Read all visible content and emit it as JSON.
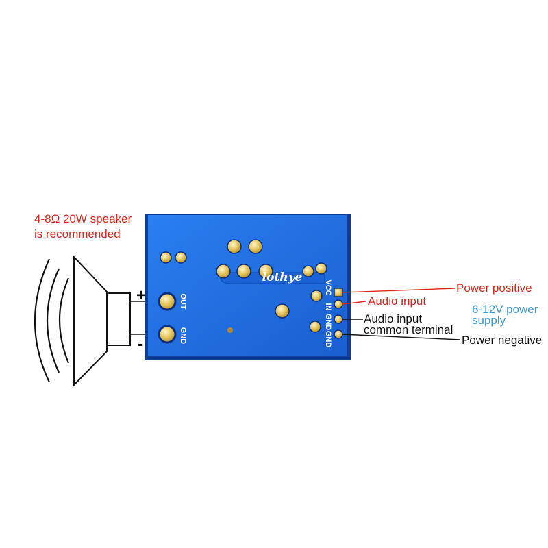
{
  "speaker_note": {
    "line1": "4-8Ω 20W speaker",
    "line2": "is recommended"
  },
  "speaker_terminals": {
    "plus": "+",
    "minus": "-"
  },
  "board": {
    "brand": "lothye",
    "left_pins": [
      "OUT",
      "GND"
    ],
    "right_pins": [
      "VCC",
      "IN",
      "GND",
      "GND"
    ]
  },
  "callouts": {
    "power_positive": "Power positive",
    "audio_input": "Audio input",
    "audio_common_line1": "Audio input",
    "audio_common_line2": "common terminal",
    "power_negative": "Power negative",
    "supply_line1": "6-12V power",
    "supply_line2": "supply"
  },
  "colors": {
    "board": "#1f6fe0",
    "board_edge": "#0f3e9a",
    "pad": "#d8b84a",
    "red": "#e0241b",
    "blue_text": "#3a98d8"
  }
}
